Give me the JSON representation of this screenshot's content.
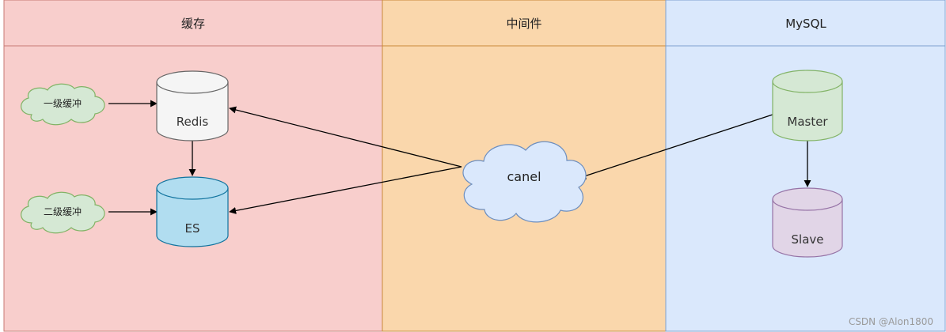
{
  "lanes": {
    "cache": {
      "title": "缓存",
      "fill": "#f8cecc",
      "stroke": "#c97a73"
    },
    "middleware": {
      "title": "中间件",
      "fill": "#fad7ac",
      "stroke": "#c9893a"
    },
    "mysql": {
      "title": "MySQL",
      "fill": "#dae8fc",
      "stroke": "#7ea1cf"
    }
  },
  "nodes": {
    "buffer1": {
      "label": "一级缓冲",
      "fill": "#d5e8d4",
      "stroke": "#82b366"
    },
    "buffer2": {
      "label": "二级缓冲",
      "fill": "#d5e8d4",
      "stroke": "#82b366"
    },
    "redis": {
      "label": "Redis",
      "fill": "#f5f5f5",
      "stroke": "#666666"
    },
    "es": {
      "label": "ES",
      "fill": "#b1ddf0",
      "stroke": "#10739e"
    },
    "canel": {
      "label": "canel",
      "fill": "#dae8fc",
      "stroke": "#6c8ebf"
    },
    "master": {
      "label": "Master",
      "fill": "#d5e8d4",
      "stroke": "#82b366"
    },
    "slave": {
      "label": "Slave",
      "fill": "#e1d5e7",
      "stroke": "#9673a6"
    }
  },
  "edges": [
    {
      "from": "一级缓冲",
      "to": "Redis"
    },
    {
      "from": "二级缓冲",
      "to": "ES"
    },
    {
      "from": "Redis",
      "to": "ES"
    },
    {
      "from": "canel",
      "to": "Redis"
    },
    {
      "from": "canel",
      "to": "ES"
    },
    {
      "from": "Master",
      "to": "canel"
    },
    {
      "from": "Master",
      "to": "Slave"
    }
  ],
  "watermark": "CSDN @Alon1800"
}
